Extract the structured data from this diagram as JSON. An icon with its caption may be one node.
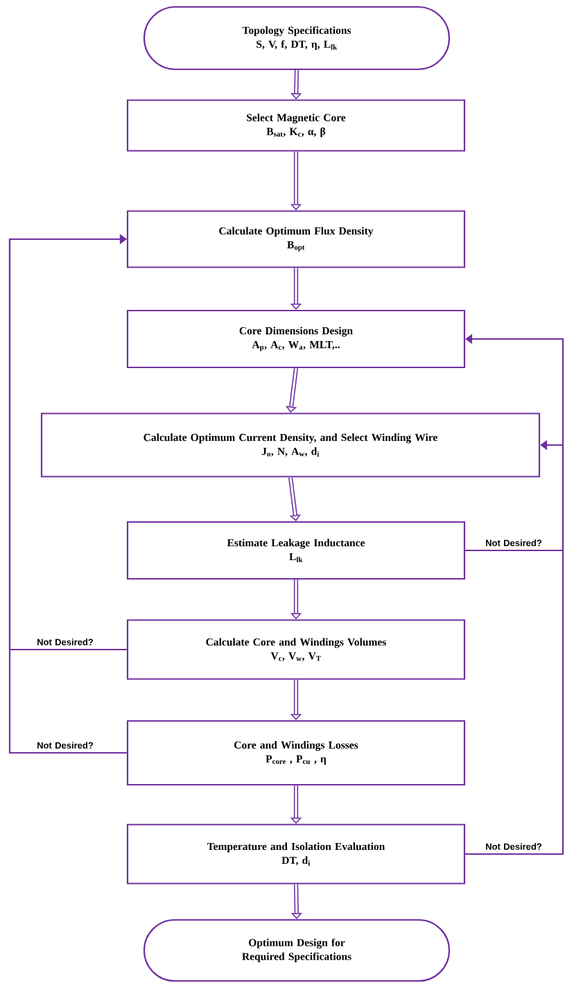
{
  "diagram": {
    "nodes": [
      {
        "text": [
          "Topology Specifications",
          "S, V, f, DT, η, L$_{lk}$"
        ]
      },
      {
        "text": [
          "Select Magnetic Core",
          "B$_{sat}$, K$_{c}$, α, β"
        ]
      },
      {
        "text": [
          "Calculate Optimum Flux Density",
          "B$_{opt}$"
        ]
      },
      {
        "text": [
          "Core Dimensions Design",
          "A$_{p}$, A$_{c}$, W$_{a}$, MLT,.."
        ]
      },
      {
        "text": [
          "Calculate Optimum Current Density, and Select Winding Wire",
          "J$_{o}$, N, A$_{w}$, d$_{i}$"
        ]
      },
      {
        "text": [
          "Estimate Leakage Inductance",
          "L$_{lk}$"
        ]
      },
      {
        "text": [
          "Calculate Core and Windings Volumes",
          "V$_{c}$, V$_{w}$, V$_{T}$"
        ]
      },
      {
        "text": [
          "Core and Windings Losses",
          "P$_{core}$ , P$_{cu}$ , η"
        ]
      },
      {
        "text": [
          "Temperature and Isolation Evaluation",
          "DT, d$_{i}$"
        ]
      },
      {
        "text": [
          "Optimum Design for Required Specifications"
        ]
      }
    ],
    "edges": [
      {
        "from": 0,
        "to": 1,
        "arrow": "to"
      },
      {
        "from": 1,
        "to": 2,
        "arrow": "to"
      },
      {
        "from": 2,
        "to": 3,
        "arrow": "to"
      },
      {
        "from": 3,
        "to": 4,
        "arrow": "to"
      },
      {
        "from": 4,
        "to": 5,
        "arrow": "to"
      },
      {
        "from": 5,
        "to": 6,
        "arrow": "to"
      },
      {
        "from": 6,
        "to": 7,
        "arrow": "to"
      },
      {
        "from": 7,
        "to": 8,
        "arrow": "to"
      },
      {
        "from": 8,
        "to": 9,
        "arrow": "to"
      },
      {
        "from": 5,
        "to": 4,
        "arrow": "to",
        "label": "Not Desired?"
      },
      {
        "from": 6,
        "to": 2,
        "arrow": "to",
        "label": "Not Desired?"
      },
      {
        "from": 7,
        "to": 2,
        "arrow": "to",
        "label": "Not Desired?"
      },
      {
        "from": 8,
        "to": 3,
        "arrow": "to",
        "label": "Not Desired?"
      }
    ]
  }
}
